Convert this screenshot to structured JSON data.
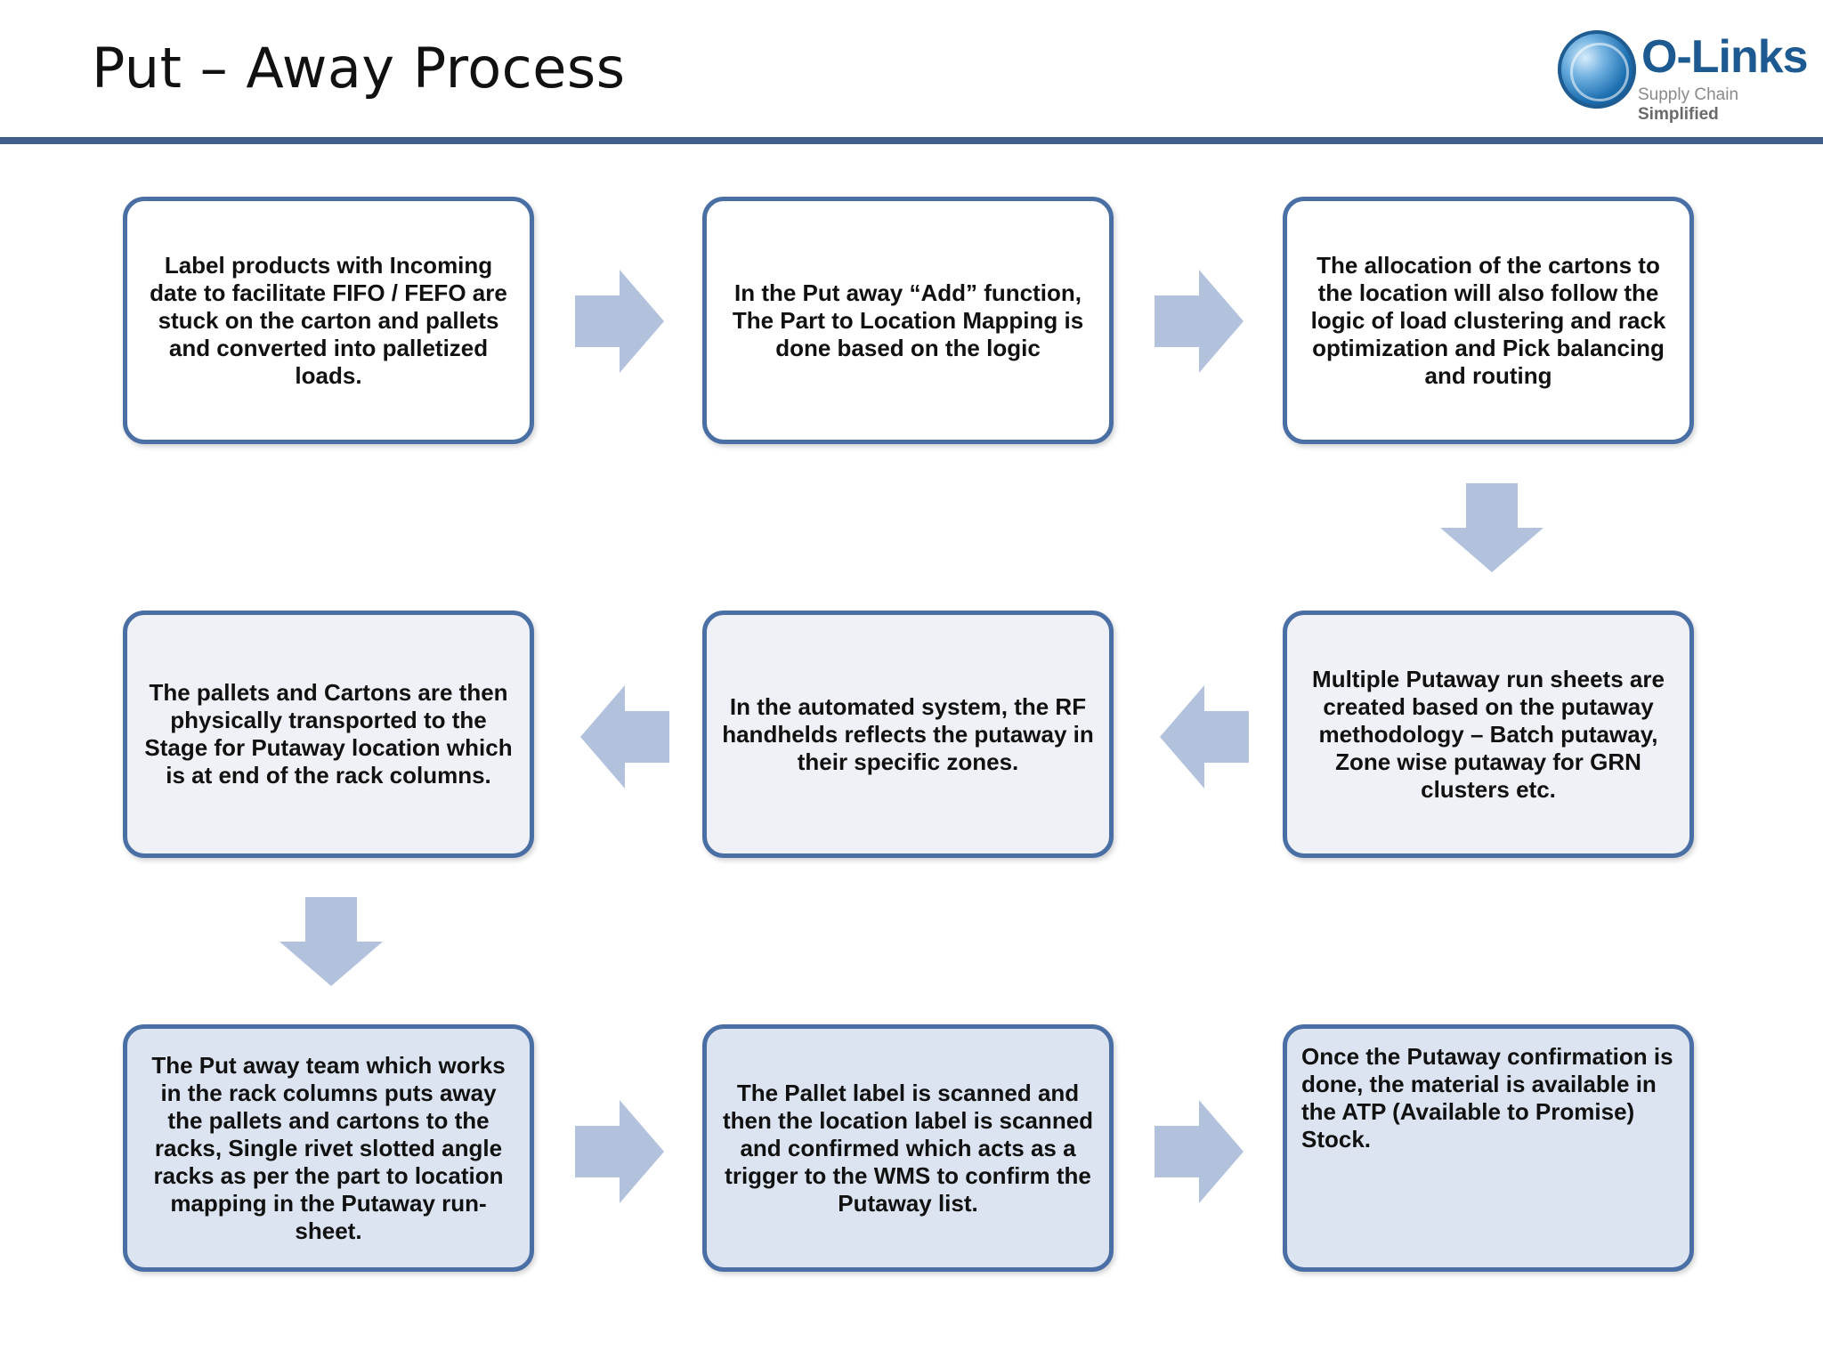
{
  "header": {
    "title": "Put – Away Process"
  },
  "logo": {
    "name": "O-Links",
    "tagline_light": "Supply Chain ",
    "tagline_bold": "Simplified"
  },
  "colors": {
    "border": "#4a6fa5",
    "arrow": "#b3c2dc",
    "rule": "#3f5f8a",
    "row1_fill": "#ffffff",
    "row2_fill": "#eff1f6",
    "row3_fill": "#dce4f1"
  },
  "steps": [
    {
      "text": "Label products with Incoming date to facilitate FIFO / FEFO are stuck on the carton and pallets and converted into palletized loads."
    },
    {
      "text": "In the Put away “Add” function, The Part to Location Mapping is done based on the logic"
    },
    {
      "text": "The allocation of the cartons to the location will also follow the logic of load clustering and rack optimization and Pick balancing and routing"
    },
    {
      "text": "Multiple Putaway run sheets are created based on the putaway methodology – Batch putaway, Zone wise putaway for GRN clusters etc."
    },
    {
      "text": "In the automated system, the RF handhelds reflects the putaway in their specific zones."
    },
    {
      "text": "The pallets and Cartons are then physically transported to the Stage for Putaway location which is at end of the rack columns."
    },
    {
      "text": "The Put away team which works in the rack columns puts away the pallets and cartons to the racks, Single rivet slotted angle racks as per the part to location mapping in the Putaway run-sheet."
    },
    {
      "text": "The Pallet label is scanned and then the location label is scanned and confirmed which acts as a trigger to the WMS to confirm the Putaway list."
    },
    {
      "text": "Once the Putaway confirmation is done, the material is available in the ATP (Available to Promise) Stock."
    }
  ]
}
